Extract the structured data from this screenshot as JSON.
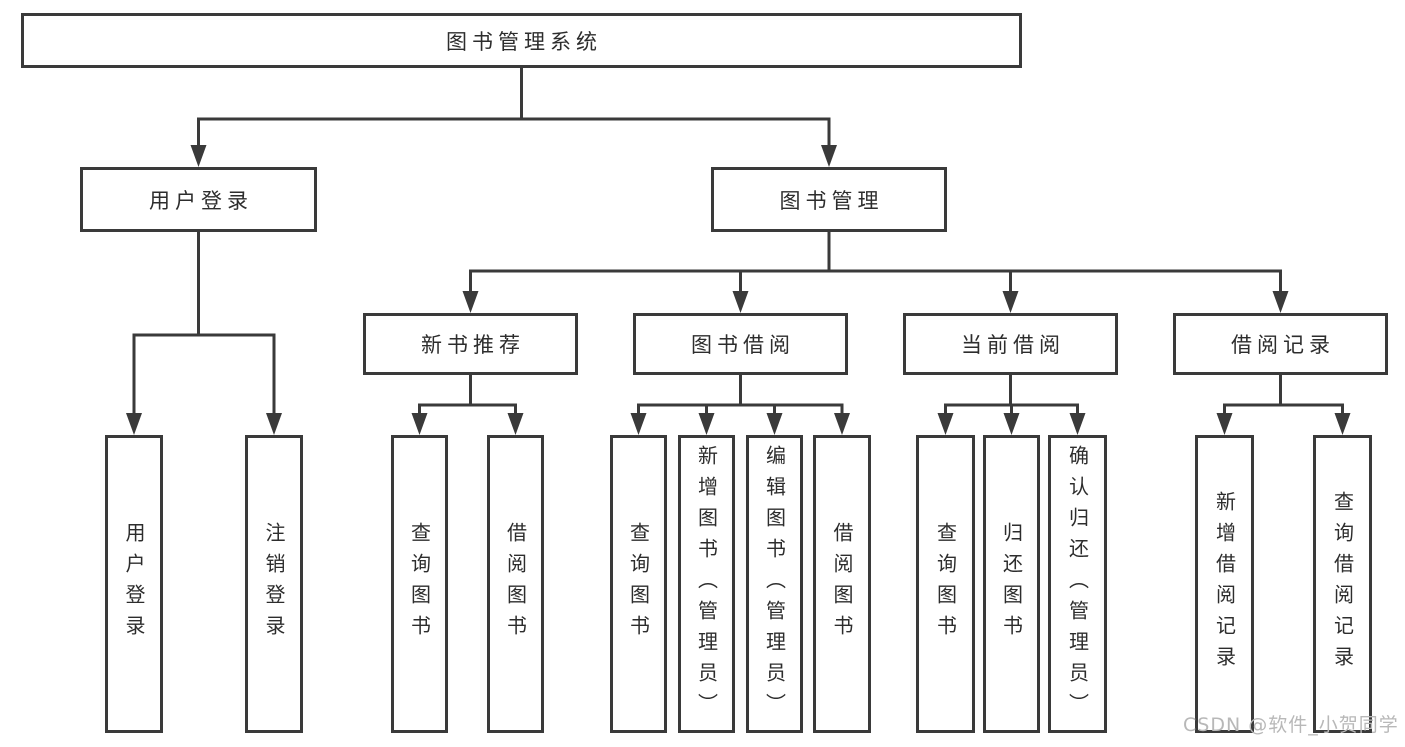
{
  "tree": {
    "root": {
      "label": "图书管理系统"
    },
    "login_branch": {
      "label": "用户登录",
      "children": [
        {
          "label": "用户登录"
        },
        {
          "label": "注销登录"
        }
      ]
    },
    "management_branch": {
      "label": "图书管理",
      "sections": [
        {
          "label": "新书推荐",
          "children": [
            {
              "label": "查询图书"
            },
            {
              "label": "借阅图书"
            }
          ]
        },
        {
          "label": "图书借阅",
          "children": [
            {
              "label": "查询图书"
            },
            {
              "label": "新增图书（管理员）"
            },
            {
              "label": "编辑图书（管理员）"
            },
            {
              "label": "借阅图书"
            }
          ]
        },
        {
          "label": "当前借阅",
          "children": [
            {
              "label": "查询图书"
            },
            {
              "label": "归还图书"
            },
            {
              "label": "确认归还（管理员）"
            }
          ]
        },
        {
          "label": "借阅记录",
          "children": [
            {
              "label": "新增借阅记录"
            },
            {
              "label": "查询借阅记录"
            }
          ]
        }
      ]
    }
  },
  "watermark": {
    "text": "CSDN @软件_小贺同学"
  },
  "colors": {
    "line": "#3a3a3a",
    "text": "#2d2d2d",
    "box_background": "#ffffff",
    "watermark": "#b8b8b8"
  }
}
